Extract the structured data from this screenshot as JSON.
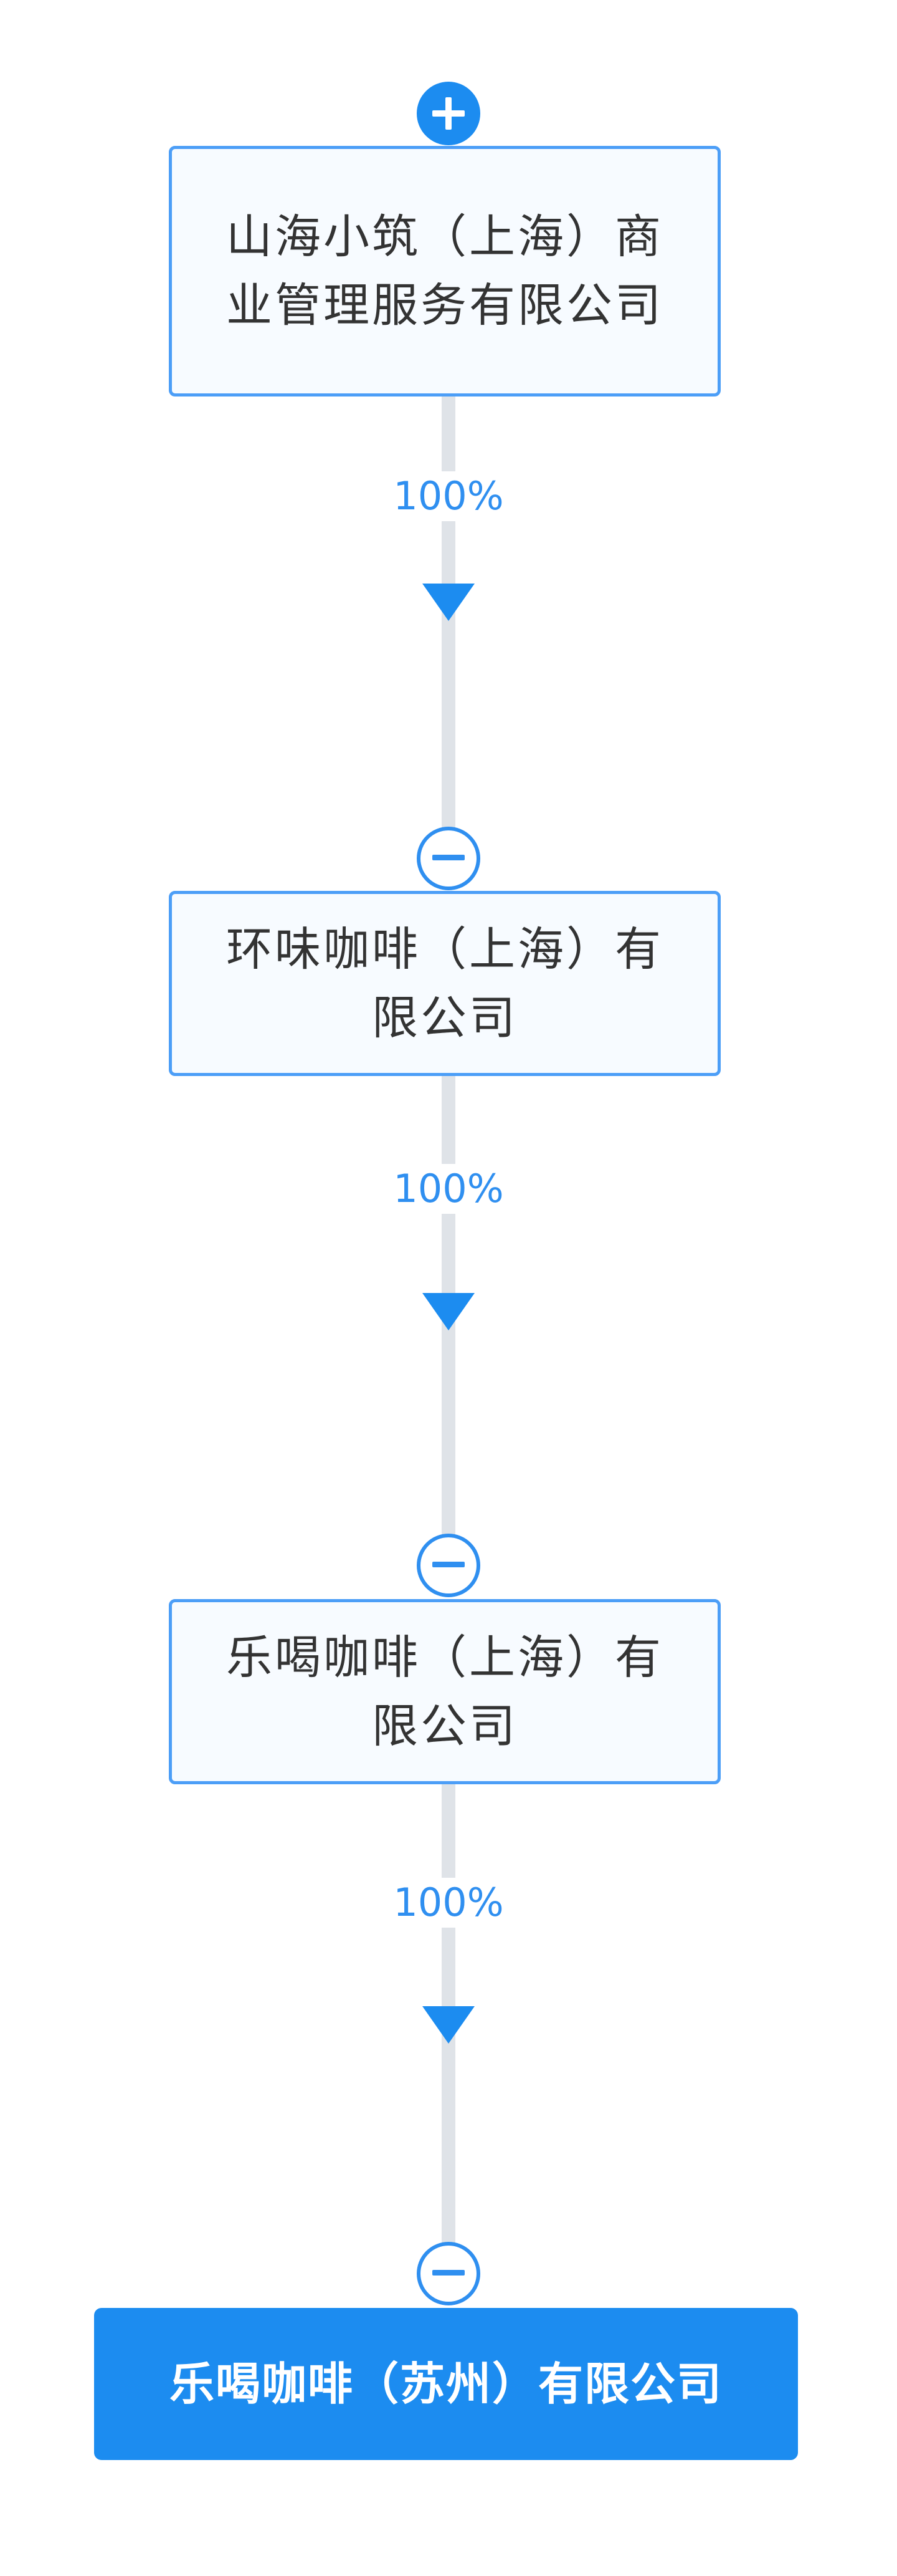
{
  "chain": {
    "root": {
      "name": "山海小筑（上海）商业管理服务有限公司"
    },
    "links": [
      {
        "percent": "100%"
      },
      {
        "percent": "100%"
      },
      {
        "percent": "100%"
      }
    ],
    "middle": [
      {
        "name": "环味咖啡（上海）有限公司"
      },
      {
        "name": "乐喝咖啡（上海）有限公司"
      }
    ],
    "target": {
      "name": "乐喝咖啡（苏州）有限公司"
    }
  },
  "colors": {
    "accent": "#1c8cf0",
    "node_border": "#4c9ef7",
    "node_fill": "#f7fbff",
    "connector": "#dfe3e8",
    "text": "#333333"
  },
  "icons": {
    "expand": "plus-icon",
    "collapse": "minus-icon",
    "arrow": "arrow-down-icon"
  }
}
